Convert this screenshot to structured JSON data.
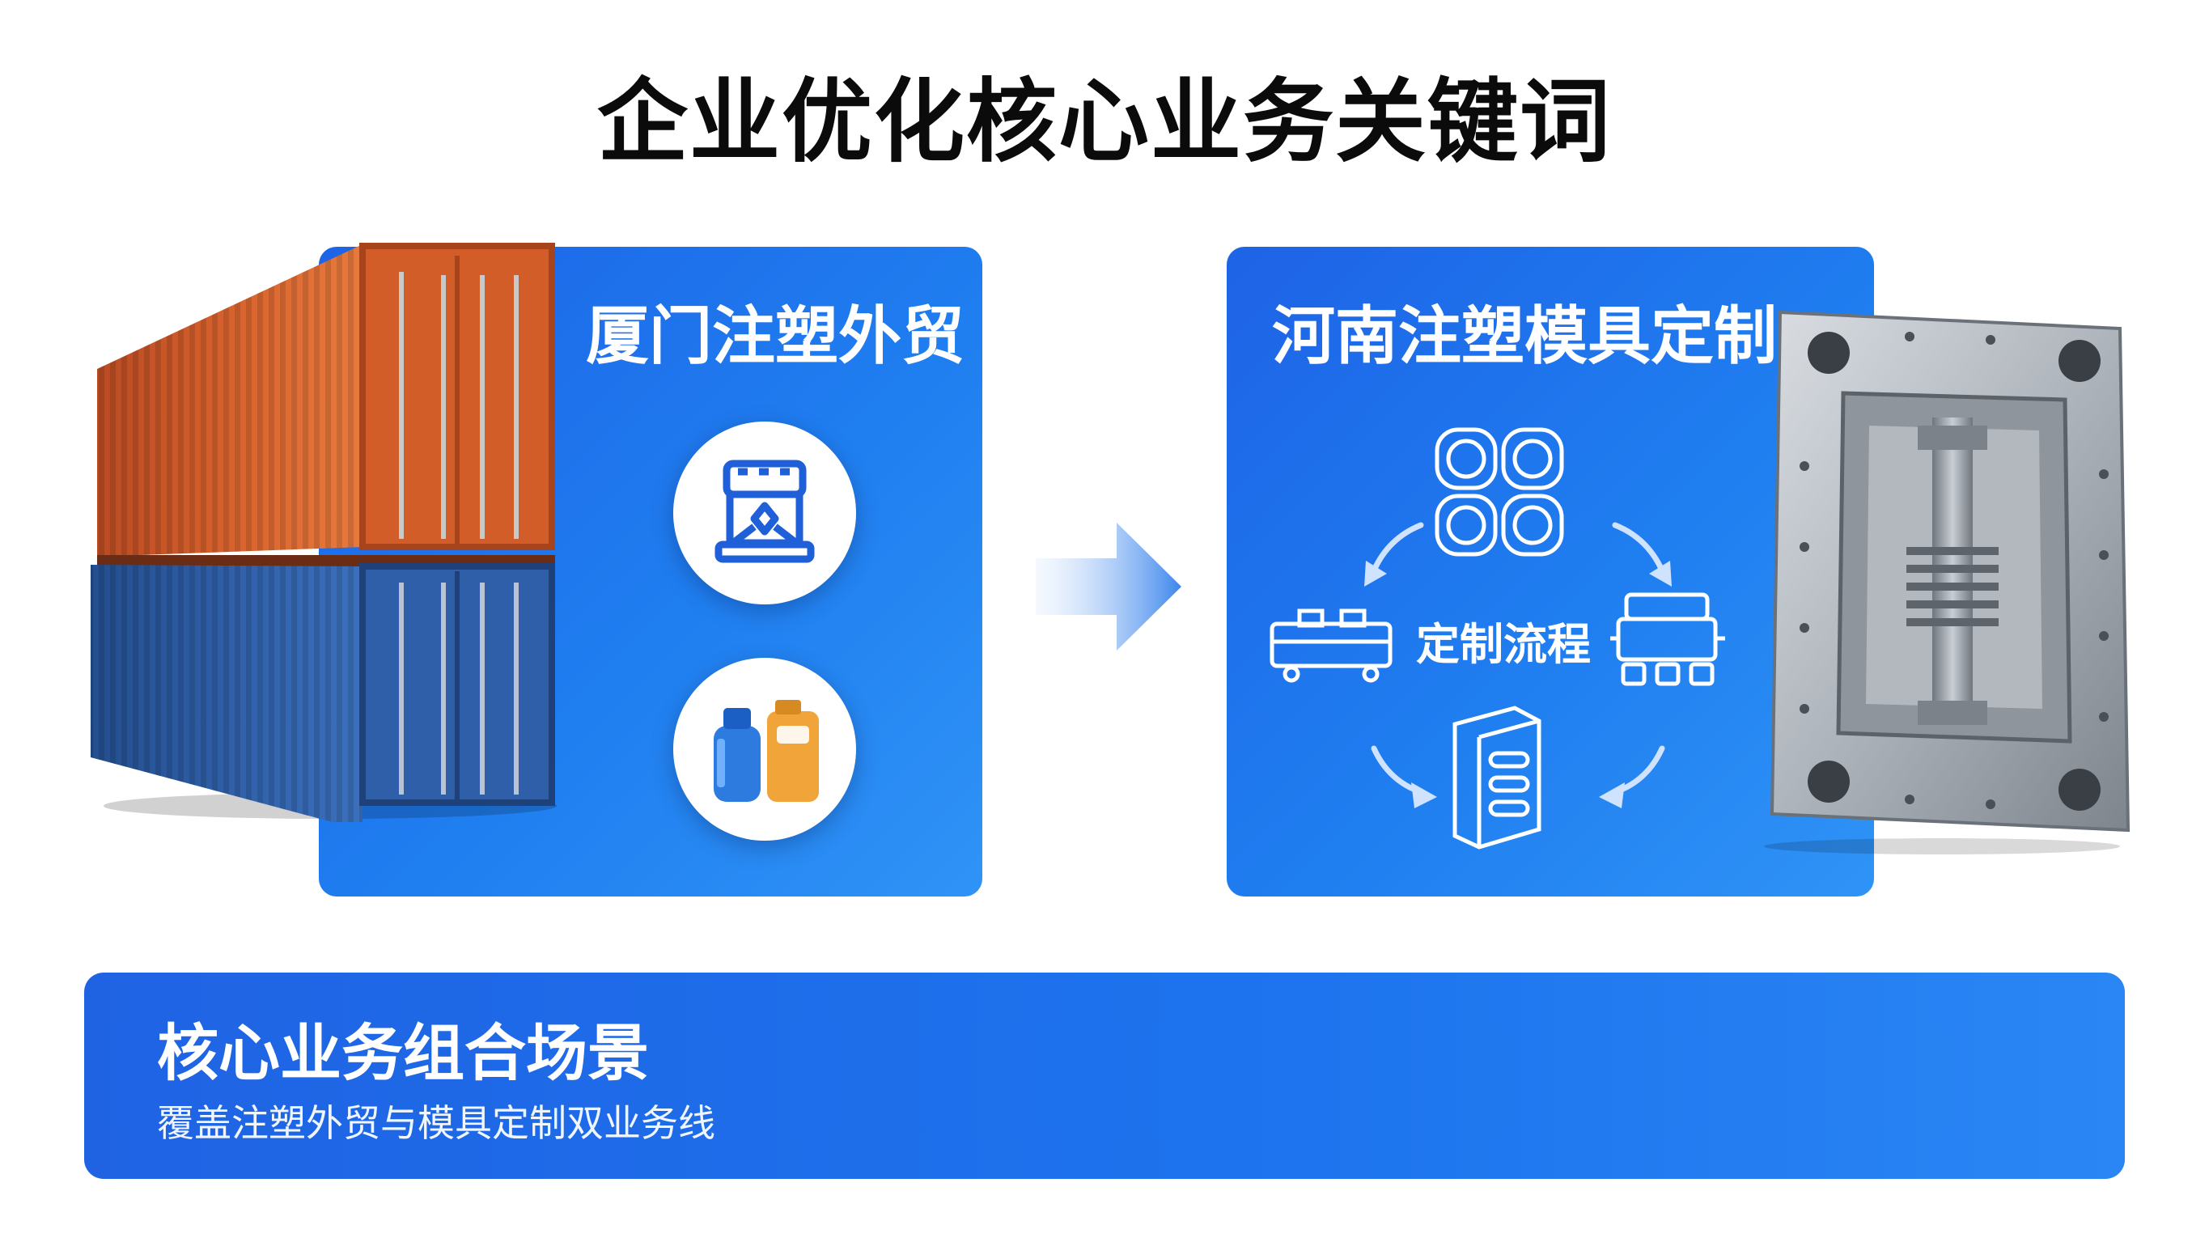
{
  "title": "企业优化核心业务关键词",
  "left_panel": {
    "title": "厦门注塑外贸",
    "icons": [
      "injection-machine-icon",
      "plastic-bottles-icon"
    ]
  },
  "right_panel": {
    "title": "河南注塑模具定制",
    "process_label": "定制流程",
    "icons": [
      "mold-cavities-icon",
      "mold-base-icon",
      "machine-icon",
      "mold-plate-icon"
    ]
  },
  "bottom": {
    "title": "核心业务组合场景",
    "subtitle": "覆盖注塑外贸与模具定制双业务线"
  },
  "colors": {
    "panel_blue": "#1f74ec",
    "container_orange": "#d8622c",
    "container_blue": "#2f5fa8",
    "bottle_blue": "#2e7be0",
    "jug_orange": "#f0a43a"
  }
}
